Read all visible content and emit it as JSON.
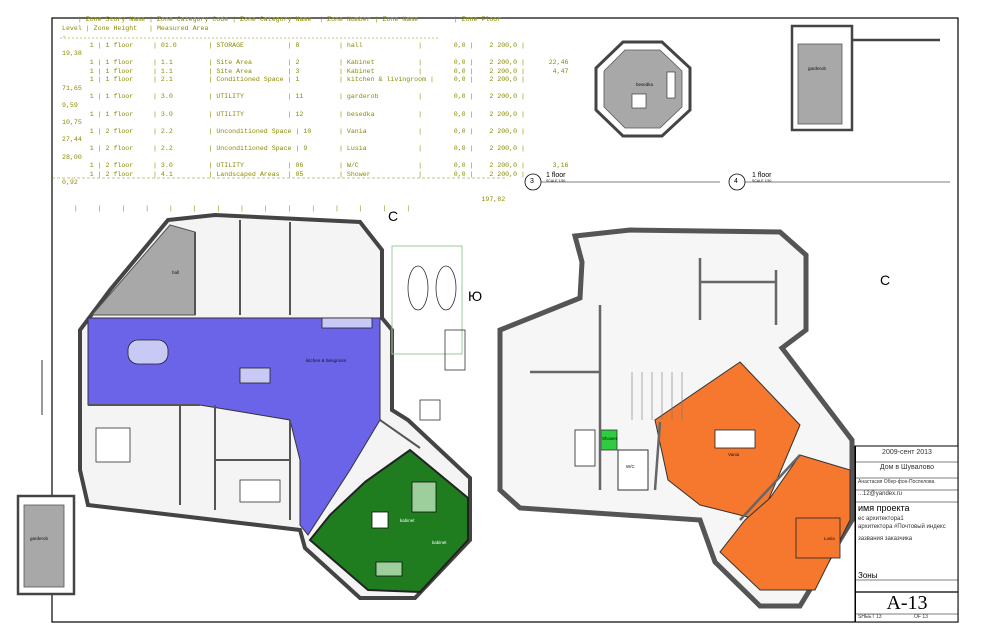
{
  "schedule": {
    "header_lines": [
      "    | Zone Story Name | Zone Category Code | Zone Category Name  | Zone Number | Zone Name         | Zone Floor",
      "Level | Zone Height   | Measured Area",
      "-",
      "       1 | 1 floor     | 01.0        | STORAGE           | 8          | hall              |        0,0 |    2 200,0 |",
      "19,38",
      "       1 | 1 floor     | 1.1         | Site Area         | 2          | Kabinet           |        0,0 |    2 200,0 |      22,46",
      "       1 | 1 floor     | 1.1         | Site Area         | 3          | Kabinet           |        0,0 |    2 200,0 |       4,47",
      "       1 | 1 floor     | 2.1         | Conditioned Space | 1          | kitchen & livingroom |     0,0 |    2 200,0 |",
      "71,65",
      "       1 | 1 floor     | 3.0         | UTILITY           | 11         | garderob          |        0,0 |    2 200,0 |",
      "9,59",
      "       1 | 1 floor     | 3.0         | UTILITY           | 12         | besedka           |        0,0 |    2 200,0 |",
      "10,75",
      "       1 | 2 floor     | 2.2         | Unconditioned Space | 10       | Vania             |        0,0 |    2 200,0 |",
      "27,44",
      "       1 | 2 floor     | 2.2         | Unconditioned Space | 9        | Lusia             |        0,0 |    2 200,0 |",
      "28,00",
      "       1 | 2 floor     | 3.0         | UTILITY           | 06         | W/C               |        0,0 |    2 200,0 |       3,16",
      "       1 | 2 floor     | 4.1         | Landscaped Areas  | 05         | Shower            |        0,0 |    2 200,0 |",
      "0,92",
      "",
      "                                                                                                          197,82",
      "   |     |     |     |     |     |     |     |     |     |     |     |     |     |     |"
    ]
  },
  "compass": {
    "north_left": "С",
    "east": "Ю",
    "north_right": "С"
  },
  "views": [
    {
      "num": "3",
      "title": "1 floor",
      "scale": "SCALE 1:50"
    },
    {
      "num": "4",
      "title": "1 floor",
      "scale": "SCALE 1:50"
    }
  ],
  "rooms": {
    "hall": "hall",
    "kitchen": "kitchen & livingroom",
    "kabinet": "kabinet",
    "kabinet2": "kabinet",
    "besedka": "besedka",
    "garderob": "garderob",
    "garderob2": "garderob",
    "vania": "Vania",
    "lusia": "Lusia",
    "shower": "Shower",
    "wc": "W/C"
  },
  "titleblock": {
    "date": "2009-сент 2013",
    "project": "Дом в Шувалово",
    "author": "Анастасия Обер-фон-Поспелова",
    "email": "...12@yandex.ru",
    "name_label": "имя проекта",
    "addr1": "ес архитектора1",
    "addr2": "архитектора #Почтовый индекс",
    "client": "зазвания заказчика",
    "sheet_title": "Зоны",
    "sheet_code": "A-13",
    "sheet_no": "SHEET 13",
    "sheet_of": "OF 13"
  },
  "colors": {
    "kitchen": "#6b63e8",
    "kabinet": "#1f7d1f",
    "bedroom": "#f5782e",
    "hall": "#a8a8a8",
    "wall": "#444444",
    "shower": "#2ecc40",
    "schedule": "#8a8a00"
  }
}
